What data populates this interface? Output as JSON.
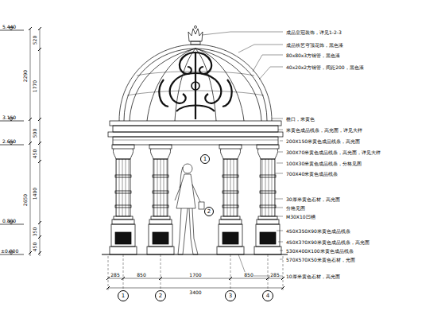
{
  "diagram": {
    "nodes": [
      {
        "text": [
          "1"
        ]
      },
      {
        "text": [
          "2"
        ]
      },
      {
        "text": [
          "3"
        ]
      },
      {
        "text": [
          "4"
        ]
      },
      {
        "text": [
          "1"
        ]
      },
      {
        "text": [
          "2"
        ]
      }
    ],
    "labels": [
      "5.440",
      "3.150",
      "2.650",
      "0.800",
      "±0.000",
      "520",
      "1770",
      "2290",
      "500",
      "450",
      "1400",
      "350",
      "450",
      "2650",
      "285",
      "850",
      "1700",
      "850",
      "285",
      "3400",
      "成品皇冠装饰，详见1-2-3",
      "成品铁艺穹顶花饰，黑色漆",
      "80x80x3方钢管，黑色漆",
      "40x20x2方钢管，间距200，黑色漆",
      "檐口，米黄色",
      "米黄色成品线条，高光面，详见大样",
      "200X150米黄色成品线条，高光面",
      "300X70米黄色成品线条，高光面，详见大样",
      "100X30米黄色成品线条，分格见图",
      "700X40米黄色成品线条",
      "30厚米黄色石材，高光面",
      "分格见图",
      "M30X10凹槽",
      "450X350X90米黄色成品线条",
      "450X370X90米黄色成品线条，高光面",
      "530X400X100米黄色成品线条",
      "570X570X50米黄色石材，光面",
      "10厚米黄色石材，高光面"
    ]
  }
}
